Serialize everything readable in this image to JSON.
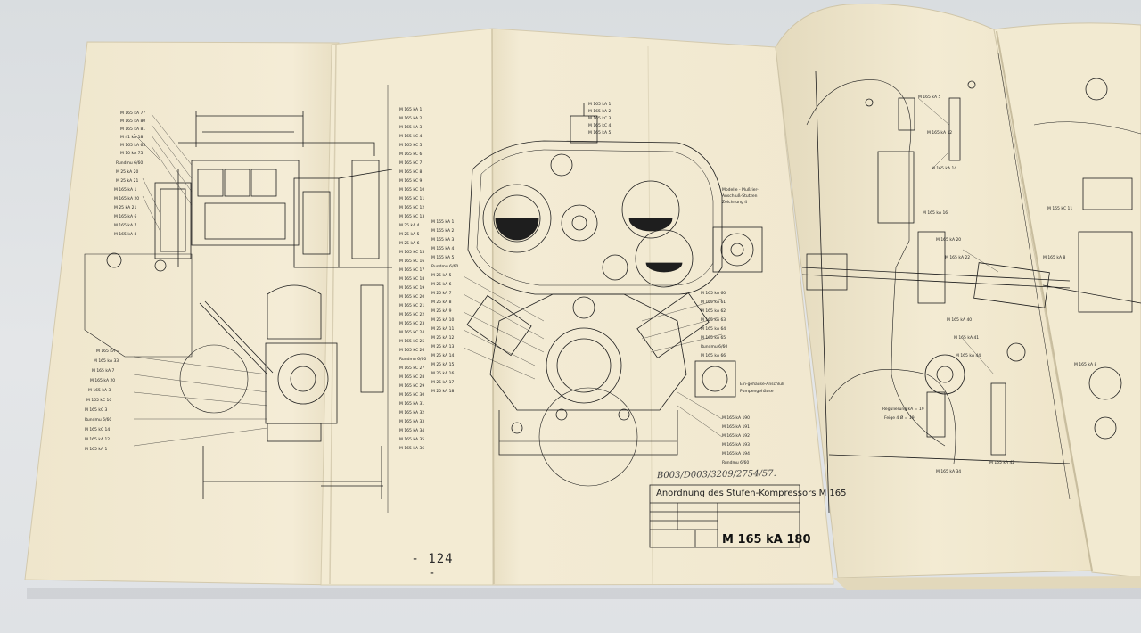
{
  "photo": {
    "page_number": "- 124 -",
    "drawing_note": "B003/D003/3209/2754/57.",
    "title_block": {
      "title": "Anordnung des Stufen-Kompressors M 165",
      "drawing_number": "M 165 kA 180"
    },
    "left_part_labels": [
      "M 165 kA 77",
      "M 165 kA 80",
      "M 165 kA 81",
      "M 41 kA 18",
      "M 165 kA 63",
      "M 10 kA 75",
      "Rundmu 6/60",
      "M 25 kA 20",
      "M 25 kA 21",
      "M 165 kA 1",
      "M 165 kA 20",
      "M 25 kA 21",
      "M 165 kA 6"
    ],
    "left_lower_labels": [
      "M 165 kA =",
      "M 165 kA 33",
      "M 165 kA 7",
      "M 165 kA 20",
      "M 165 kA 3",
      "M 165 kC 10",
      "M 165 kC 3",
      "Rundmu 6/60",
      "M 165 kC 14",
      "M 165 kA 12",
      "M 165 kA 1"
    ],
    "center_part_labels": [
      "M 165 kA 1",
      "M 165 kA 2",
      "M 165 kA 3",
      "M 165 kC 4",
      "M 165 kC 5",
      "M 165 kC 6",
      "M 165 kC 7",
      "M 165 kC 8",
      "M 165 kC 9",
      "M 165 kC 10",
      "M 165 kC 11",
      "M 165 kC 12",
      "M 165 kC 13",
      "M 25 kA 4",
      "M 25 kA 5",
      "Rundmu 6/60",
      "M 25 kA 5",
      "M 25 kA 6",
      "M 165 kC 15"
    ],
    "center_right_labels": [
      "M 165 kA 60",
      "M 165 kA 61",
      "M 165 kA 62",
      "M 165 kA 63",
      "M 165 kA 64",
      "M 165 kA 65",
      "Rundmu 6/60",
      "M 165 kA 66"
    ],
    "colors": {
      "paper": "#f0e8cf",
      "ink": "#1c1c1c",
      "background": "#dde0e3"
    }
  }
}
